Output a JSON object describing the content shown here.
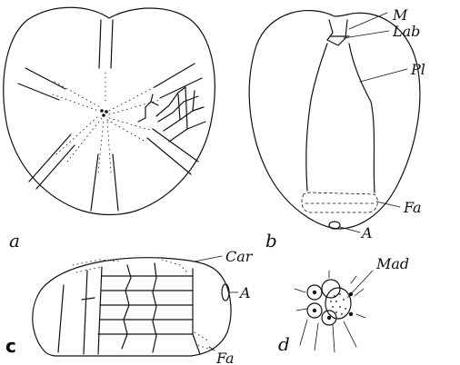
{
  "figure": {
    "panel_a": {
      "letter": "a"
    },
    "panel_b": {
      "letter": "b",
      "labels": {
        "mouth": "M",
        "labrum": "Lab",
        "plastron": "Pl",
        "fasciole": "Fa",
        "anus": "A"
      }
    },
    "panel_c": {
      "letter": "c",
      "labels": {
        "carina": "Car",
        "anus": "A",
        "fasciole": "Fa"
      }
    },
    "panel_d": {
      "letter": "d",
      "labels": {
        "madreporite": "Mad"
      }
    }
  }
}
